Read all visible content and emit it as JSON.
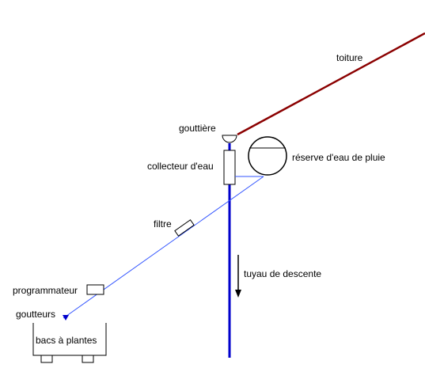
{
  "diagram": {
    "labels": {
      "roof": "toiture",
      "gutter": "gouttière",
      "collector": "collecteur d'eau",
      "tank": "réserve d'eau de pluie",
      "filter": "filtre",
      "downpipe": "tuyau de descente",
      "timer": "programmateur",
      "drippers": "goutteurs",
      "planters": "bacs à plantes"
    },
    "colors": {
      "roof": "#8b0000",
      "downpipe": "#0000cc",
      "irrigation_line": "#3355ff",
      "outline": "#000000"
    }
  }
}
